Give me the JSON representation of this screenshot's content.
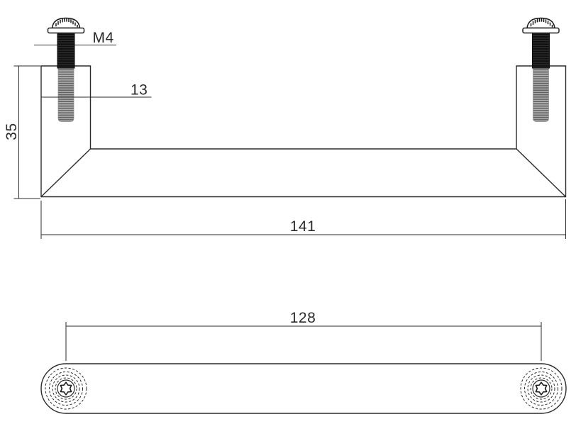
{
  "document": {
    "background_color": "#ffffff",
    "line_color": "#2b2b2b",
    "hidden_thread_color": "#9a9a9a",
    "screw_color": "#141414"
  },
  "front_view": {
    "dimensions": {
      "screw_thread_label": "M4",
      "post_width_label": "13",
      "height_label": "35",
      "overall_length_label": "141"
    }
  },
  "bottom_view": {
    "dimensions": {
      "hole_centres_label": "128"
    }
  }
}
